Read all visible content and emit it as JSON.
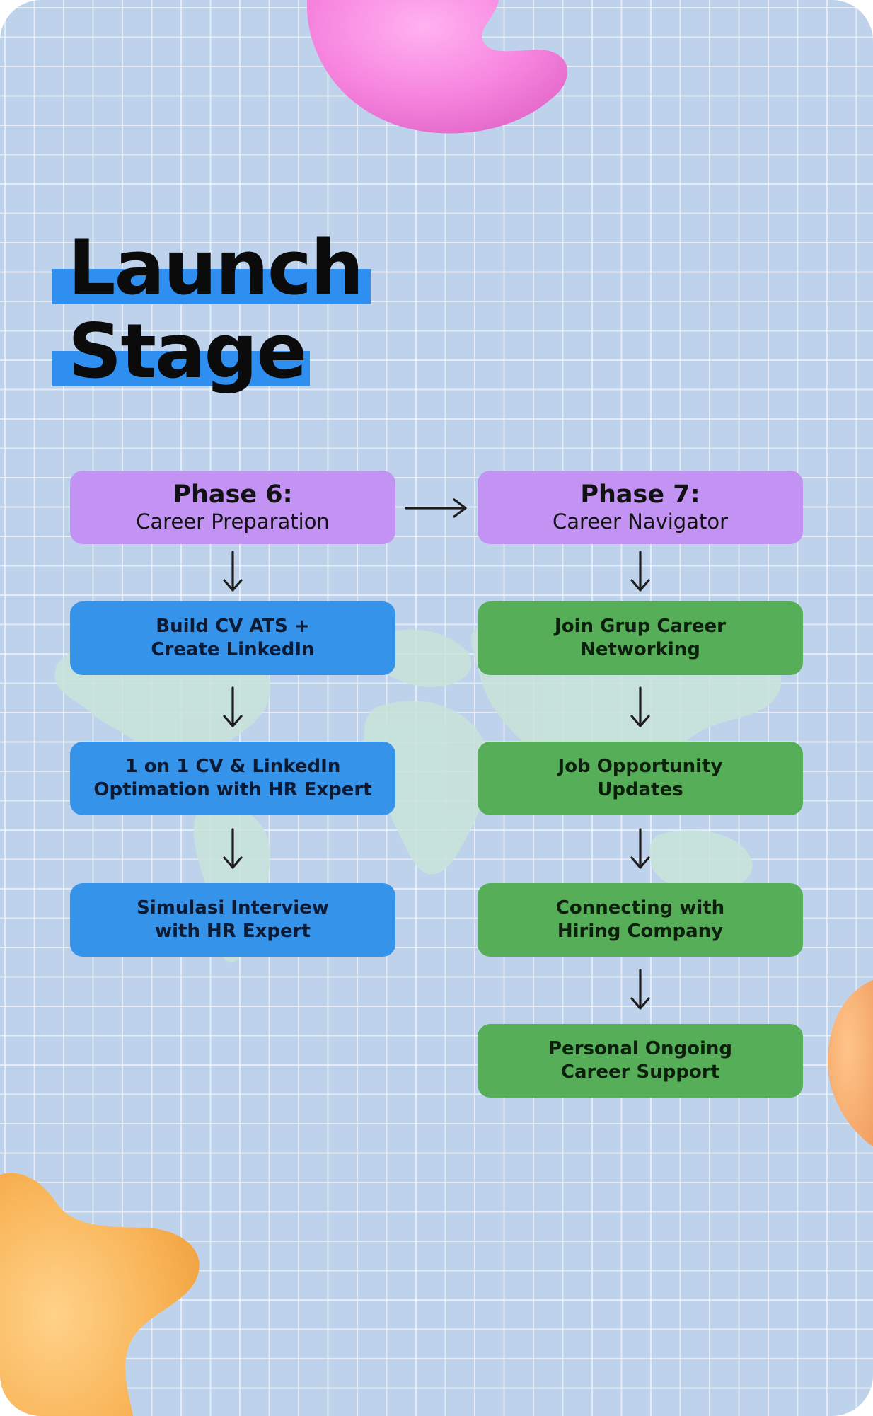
{
  "title": {
    "line1": "Launch",
    "line2": "Stage"
  },
  "colors": {
    "background": "#bed3eb",
    "title_highlight": "#2f8ff0",
    "phase_box": "#c293f2",
    "step_blue": "#3593ea",
    "step_green": "#56ae58"
  },
  "phase6": {
    "title": "Phase 6:",
    "subtitle": "Career Preparation",
    "steps": [
      "Build CV ATS +\nCreate LinkedIn",
      "1 on 1 CV & LinkedIn\nOptimation with HR Expert",
      "Simulasi Interview\nwith HR Expert"
    ]
  },
  "phase7": {
    "title": "Phase 7:",
    "subtitle": "Career Navigator",
    "steps": [
      "Join Grup Career\nNetworking",
      "Job Opportunity\nUpdates",
      "Connecting with\nHiring Company",
      "Personal Ongoing\nCareer Support"
    ]
  },
  "decorations": [
    "pink-blob",
    "orange-star",
    "peach-blob",
    "world-map"
  ]
}
